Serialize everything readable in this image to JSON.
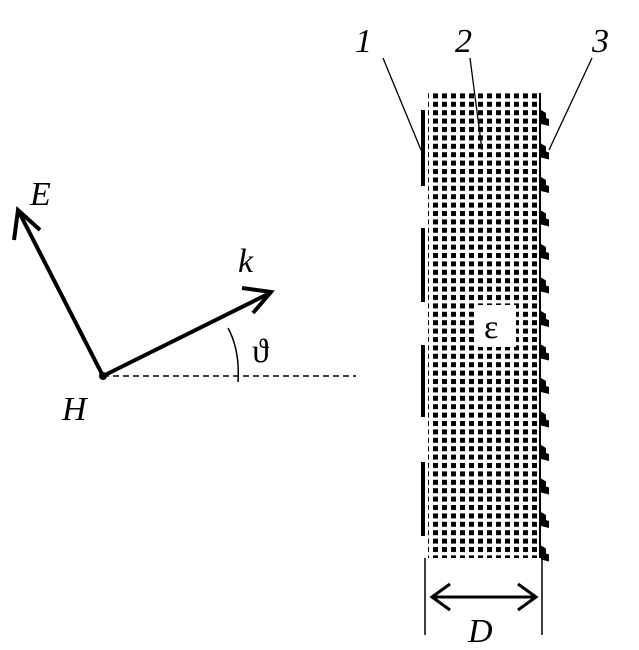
{
  "labels": {
    "layer1": "1",
    "layer2": "2",
    "layer3": "3",
    "E": "E",
    "k": "k",
    "H": "H",
    "theta": "ϑ",
    "epsilon": "ε",
    "D": "D"
  }
}
